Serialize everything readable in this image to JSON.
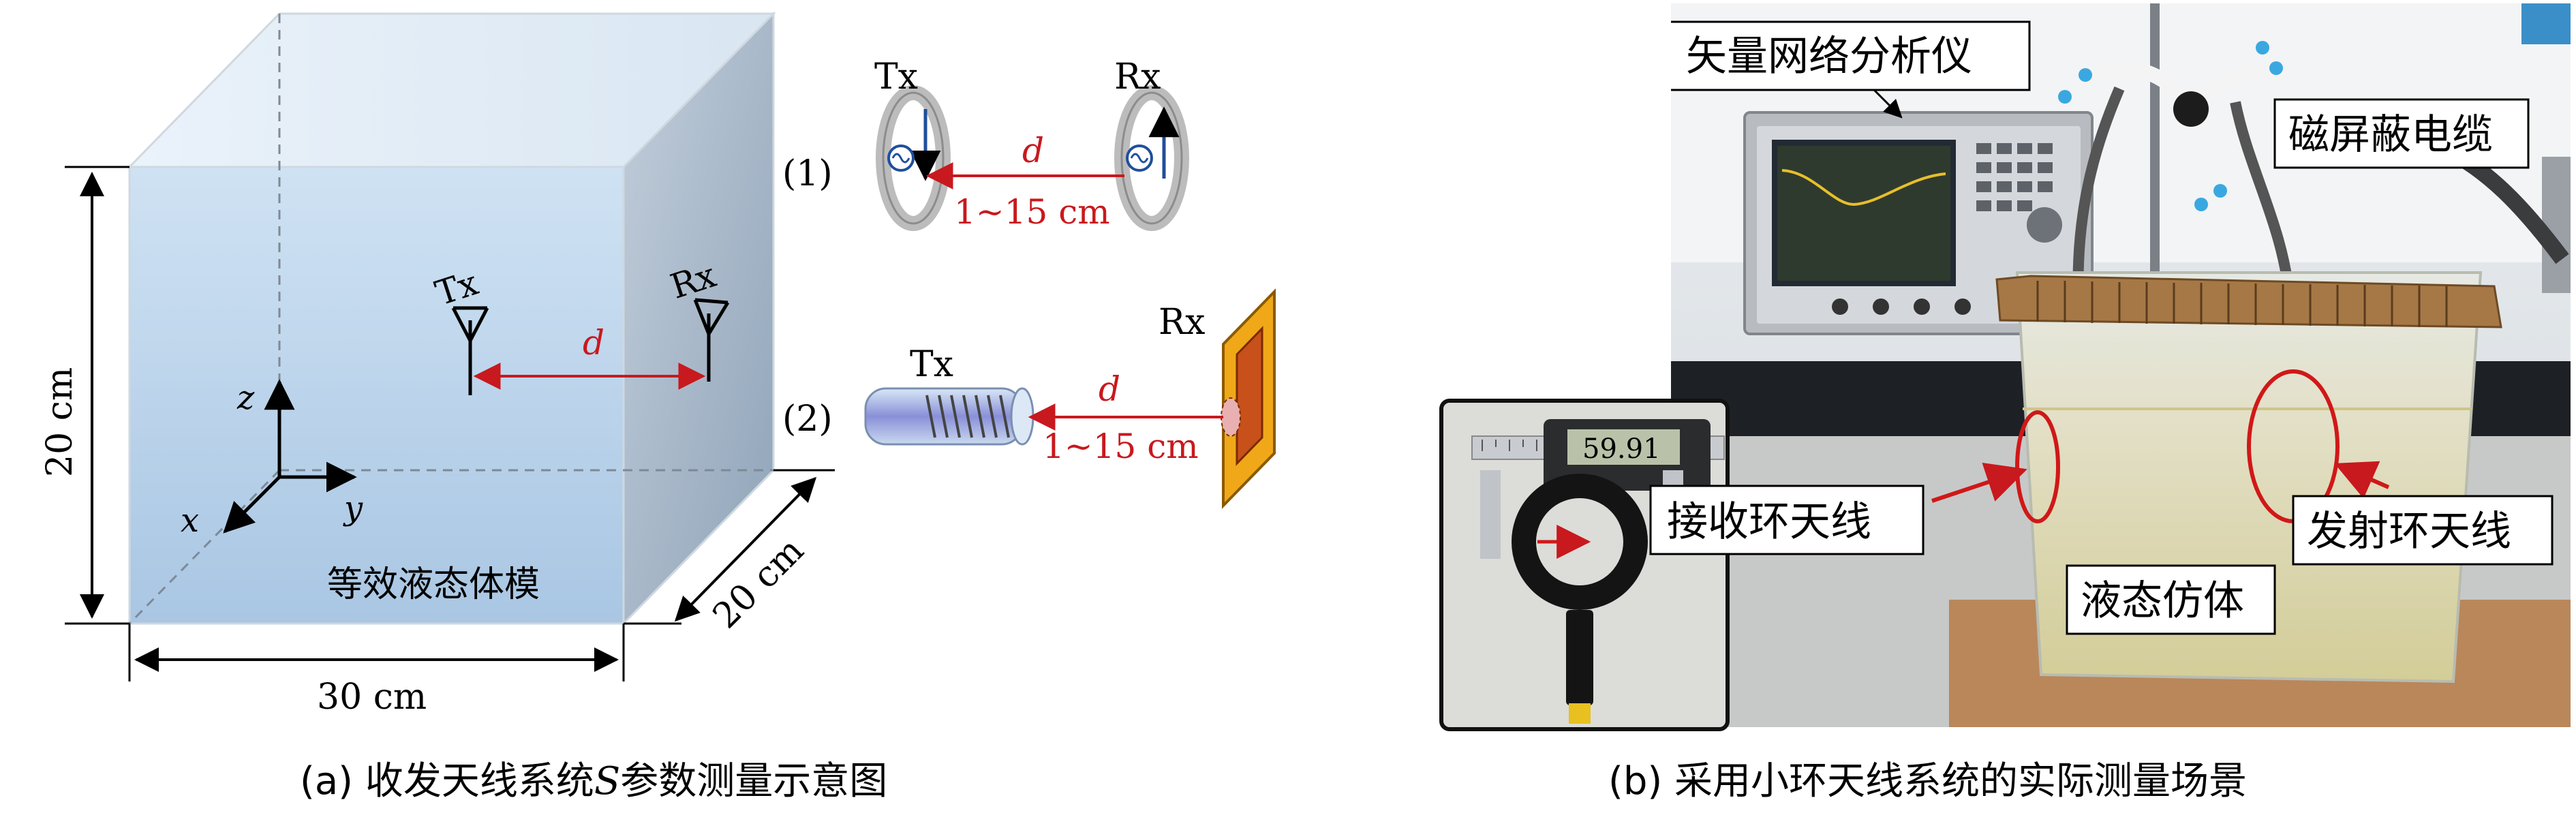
{
  "left_panel": {
    "caption_prefix": "(a) 收发天线系统",
    "caption_s": "S",
    "caption_suffix": "参数测量示意图",
    "dim_height": "20 cm",
    "dim_width": "30 cm",
    "dim_depth": "20 cm",
    "phantom_label": "等效液态体模",
    "tx_label": "Tx",
    "rx_label": "Rx",
    "distance_label": "d",
    "axis_x": "x",
    "axis_y": "y",
    "axis_z": "z",
    "config1": {
      "index": "(1)",
      "tx": "Tx",
      "rx": "Rx",
      "distance": "d",
      "range": "1~15 cm"
    },
    "config2": {
      "index": "(2)",
      "tx": "Tx",
      "rx": "Rx",
      "distance": "d",
      "range": "1~15 cm"
    }
  },
  "right_panel": {
    "caption": "(b) 采用小环天线系统的实际测量场景",
    "vna_label": "矢量网络分析仪",
    "cable_label": "磁屏蔽电缆",
    "receive_label": "接收环天线",
    "transmit_label": "发射环天线",
    "phantom_label": "液态仿体",
    "caliper_reading": "59.91"
  },
  "colors": {
    "accent_red": "#c8191e",
    "cube_blue": "#b9d3ea",
    "ring_gray": "#c9c9c9",
    "source_blue": "#1f4f9c",
    "patch_orange": "#f0a818",
    "liquid": "#ddd9a8"
  }
}
